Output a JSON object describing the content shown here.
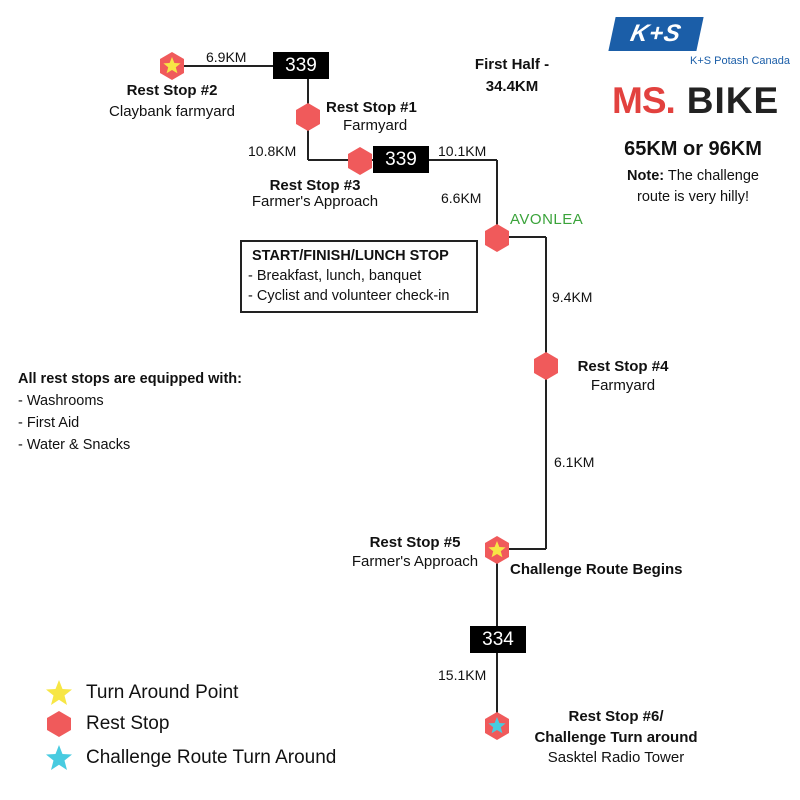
{
  "highways": {
    "a": "339",
    "b": "339",
    "c": "334"
  },
  "distances": {
    "d1": "6.9KM",
    "d2": "10.8KM",
    "d3": "10.1KM",
    "d4": "6.6KM",
    "d5": "9.4KM",
    "d6": "6.1KM",
    "d7": "15.1KM"
  },
  "first_half": {
    "line1": "First Half -",
    "line2": "34.4KM"
  },
  "town": "AVONLEA",
  "stops": {
    "rs2_title": "Rest Stop #2",
    "rs2_sub": "Claybank farmyard",
    "rs1_title": "Rest Stop #1",
    "rs1_sub": "Farmyard",
    "rs3_title": "Rest Stop #3",
    "rs3_sub": "Farmer's Approach",
    "rs4_title": "Rest Stop #4",
    "rs4_sub": "Farmyard",
    "rs5_title": "Rest Stop #5",
    "rs5_sub": "Farmer's Approach",
    "challenge_begins": "Challenge Route Begins",
    "rs6_title1": "Rest Stop #6/",
    "rs6_title2": "Challenge Turn around",
    "rs6_sub": "Sasktel Radio Tower"
  },
  "start_box": {
    "title": "START/FINISH/LUNCH STOP",
    "item1": "- Breakfast, lunch, banquet",
    "item2": "- Cyclist and volunteer check-in"
  },
  "equipment": {
    "title": "All rest stops are equipped with:",
    "items": [
      "- Washrooms",
      "- First Aid",
      "- Water & Snacks"
    ]
  },
  "logos": {
    "ks": "K+S",
    "ks_sub": "K+S Potash Canada",
    "ms": "MS.",
    "bike": "BIKE"
  },
  "event": {
    "distances": "65KM or 96KM",
    "note_label": "Note:",
    "note_rest": " The challenge",
    "note_line2": "route is very hilly!"
  },
  "legend": [
    {
      "label": "Turn Around Point",
      "icon": "yellow-star-icon"
    },
    {
      "label": "Rest Stop",
      "icon": "red-hexagon-icon"
    },
    {
      "label": "Challenge Route Turn Around",
      "icon": "cyan-star-icon"
    }
  ],
  "colors": {
    "rest_stop": "#f05a5b",
    "turnaround": "#f7e645",
    "challenge": "#48cbe0",
    "town": "#3aa33a",
    "ks_blue": "#1b5ea8",
    "ms_red": "#e2413e"
  }
}
